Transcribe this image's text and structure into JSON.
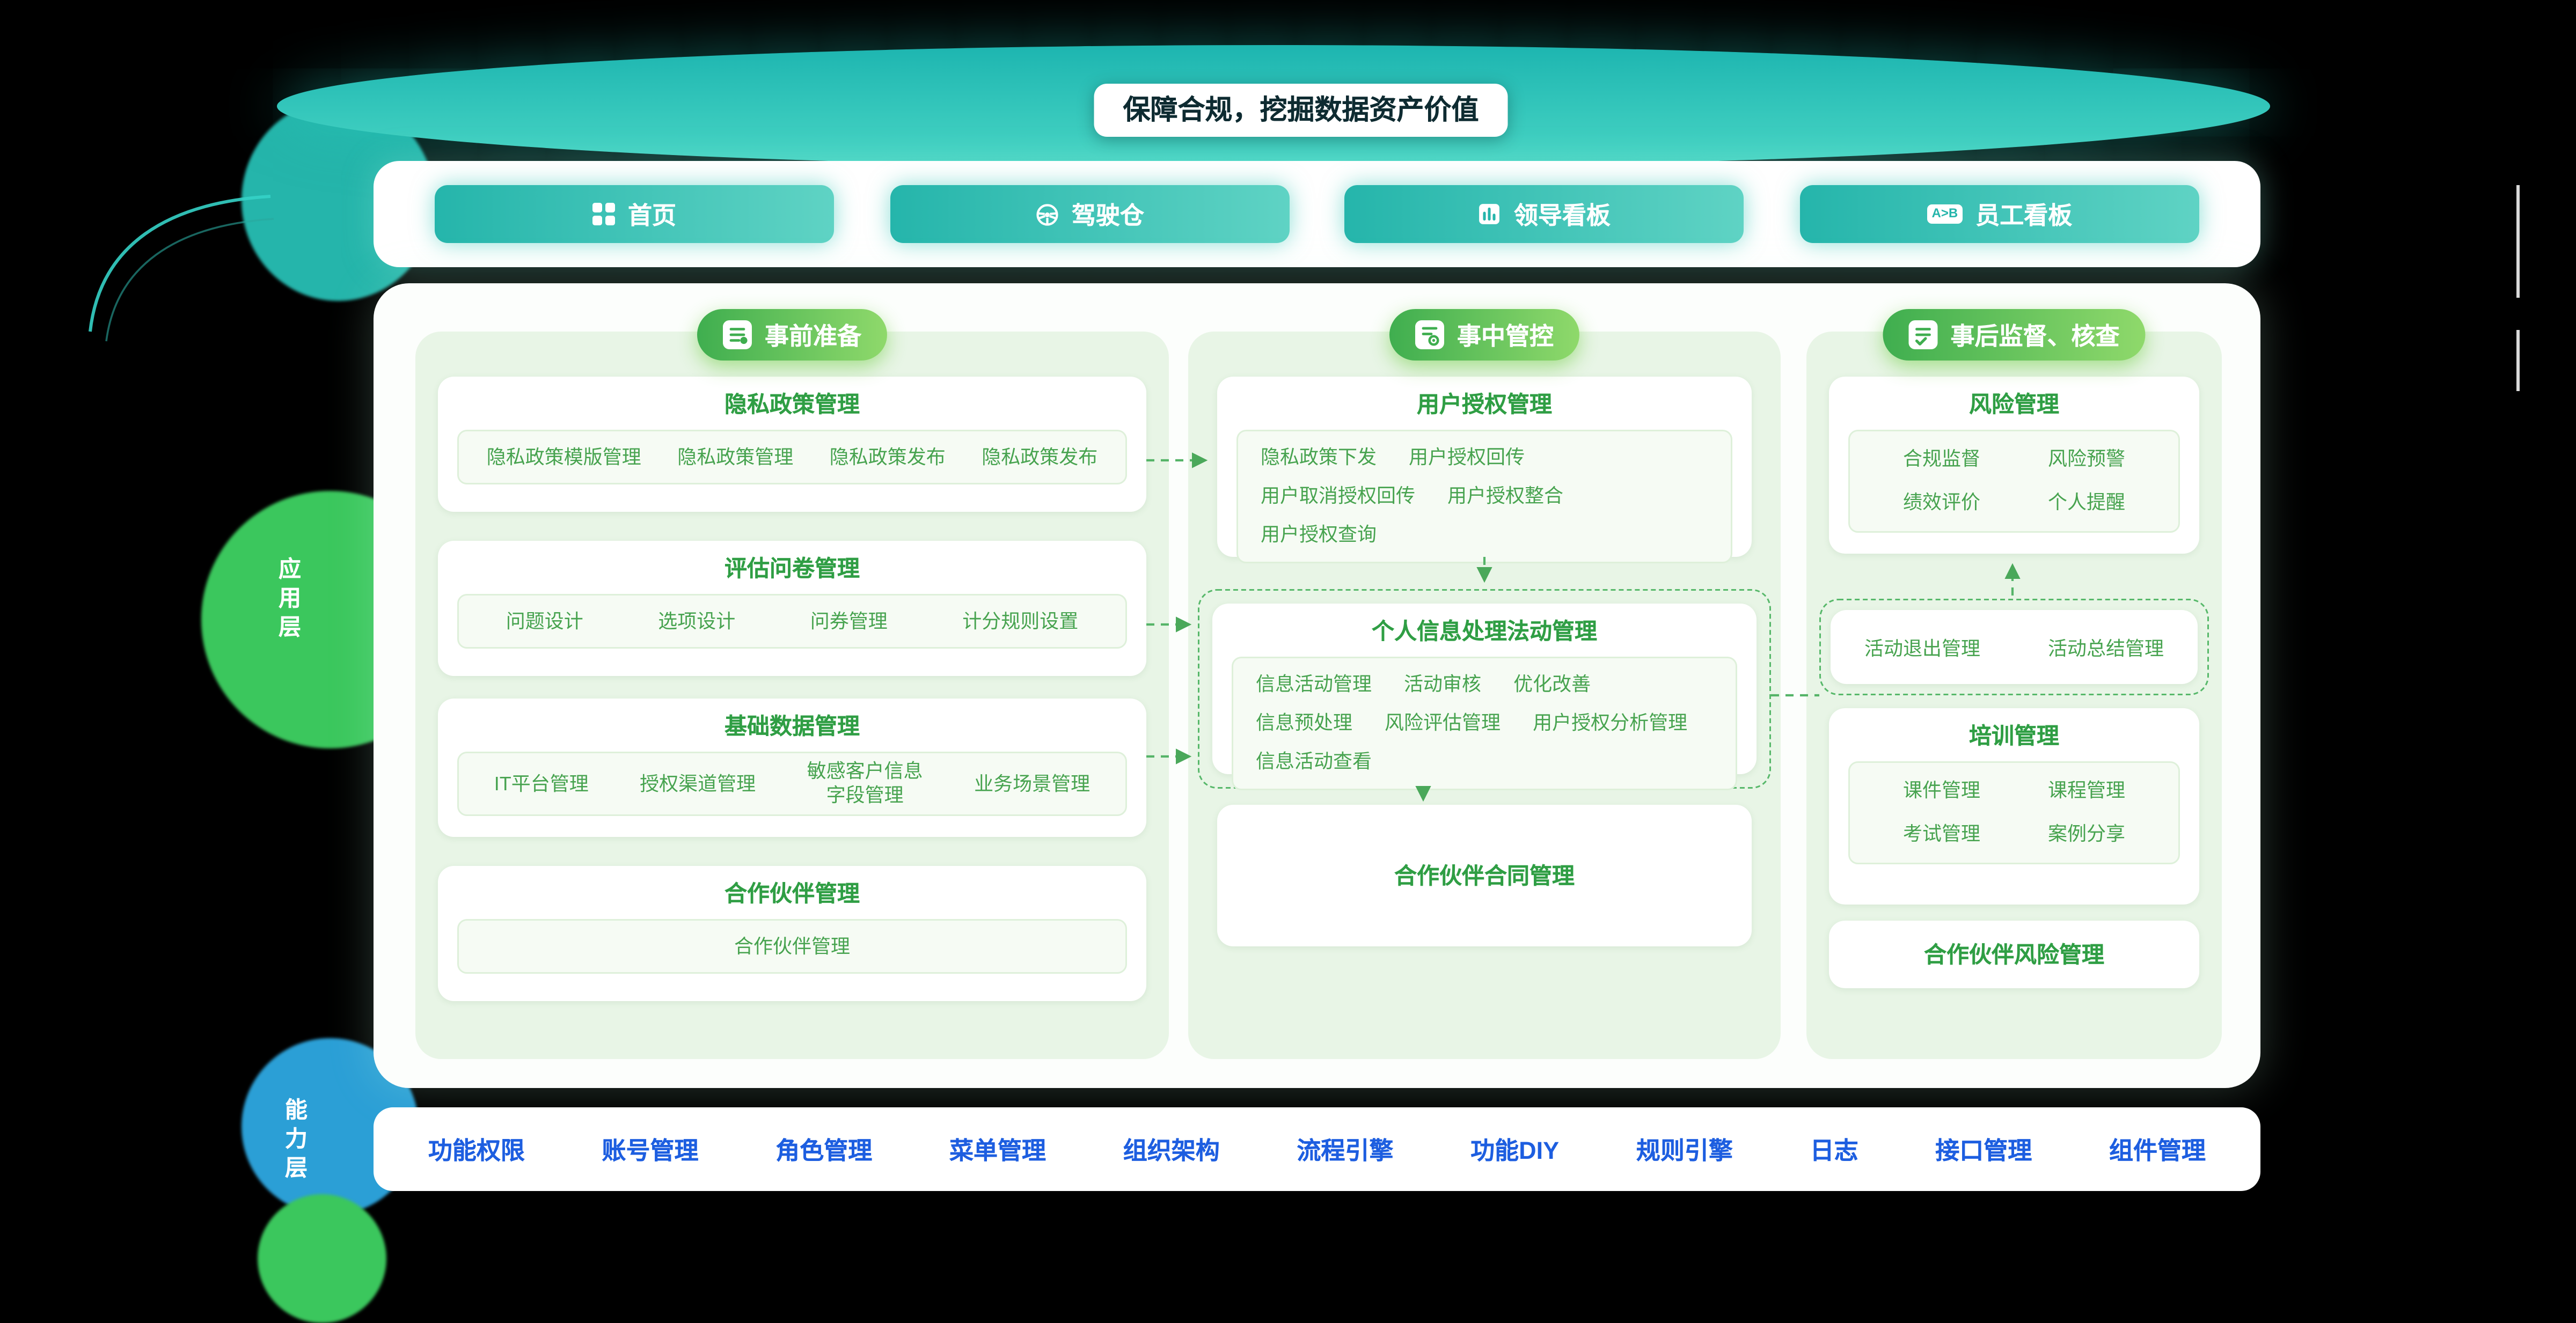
{
  "banner": {
    "slogan": "保障合规，挖掘数据资产价值"
  },
  "nav": {
    "items": [
      {
        "label": "首页",
        "icon": "grid-icon"
      },
      {
        "label": "驾驶仓",
        "icon": "steering-wheel-icon"
      },
      {
        "label": "领导看板",
        "icon": "bar-chart-icon"
      },
      {
        "label": "员工看板",
        "icon": "ab-compare-icon"
      }
    ]
  },
  "layers": {
    "application": "应用层",
    "capability": "能力层"
  },
  "columns": [
    {
      "header": "事前准备",
      "cards": [
        {
          "title": "隐私政策管理",
          "items": [
            "隐私政策模版管理",
            "隐私政策管理",
            "隐私政策发布",
            "隐私政策发布"
          ]
        },
        {
          "title": "评估问卷管理",
          "items": [
            "问题设计",
            "选项设计",
            "问券管理",
            "计分规则设置"
          ]
        },
        {
          "title": "基础数据管理",
          "items": [
            "IT平台管理",
            "授权渠道管理",
            "敏感客户信息\n字段管理",
            "业务场景管理"
          ]
        },
        {
          "title": "合作伙伴管理",
          "items": [
            "合作伙伴管理"
          ]
        }
      ]
    },
    {
      "header": "事中管控",
      "cards": [
        {
          "title": "用户授权管理",
          "items": [
            "隐私政策下发",
            "用户授权回传",
            "用户取消授权回传",
            "用户授权整合",
            "用户授权查询"
          ]
        },
        {
          "title": "个人信息处理法动管理",
          "items": [
            "信息活动管理",
            "活动审核",
            "优化改善",
            "信息预处理",
            "风险评估管理",
            "用户授权分析管理",
            "信息活动查看"
          ]
        },
        {
          "title": "合作伙伴合同管理",
          "items": []
        }
      ]
    },
    {
      "header": "事后监督、核查",
      "cards": [
        {
          "title": "风险管理",
          "items": [
            "合规监督",
            "风险预警",
            "绩效评价",
            "个人提醒"
          ]
        },
        {
          "title": "",
          "items": [
            "活动退出管理",
            "活动总结管理"
          ]
        },
        {
          "title": "培训管理",
          "items": [
            "课件管理",
            "课程管理",
            "考试管理",
            "案例分享"
          ]
        },
        {
          "title": "合作伙伴风险管理",
          "items": []
        }
      ]
    }
  ],
  "bottom_bar": {
    "items": [
      "功能权限",
      "账号管理",
      "角色管理",
      "菜单管理",
      "组织架构",
      "流程引擎",
      "功能DIY",
      "规则引擎",
      "日志",
      "接口管理",
      "组件管理"
    ]
  },
  "colors": {
    "teal": "#25b5ab",
    "teal_light": "#5fd3c4",
    "banner_a": "#1db5b0",
    "banner_b": "#49d6c5",
    "green_pill_a": "#3fae4f",
    "green_pill_b": "#8fd96b",
    "green_title": "#2f9e44",
    "green_item": "#47a34f",
    "col_bg": "#e8f5e6",
    "dashed_green": "#57b86a",
    "blue_link": "#1d5ee0",
    "blob_green": "#3bc75d",
    "blob_blue": "#2b9fd6"
  }
}
